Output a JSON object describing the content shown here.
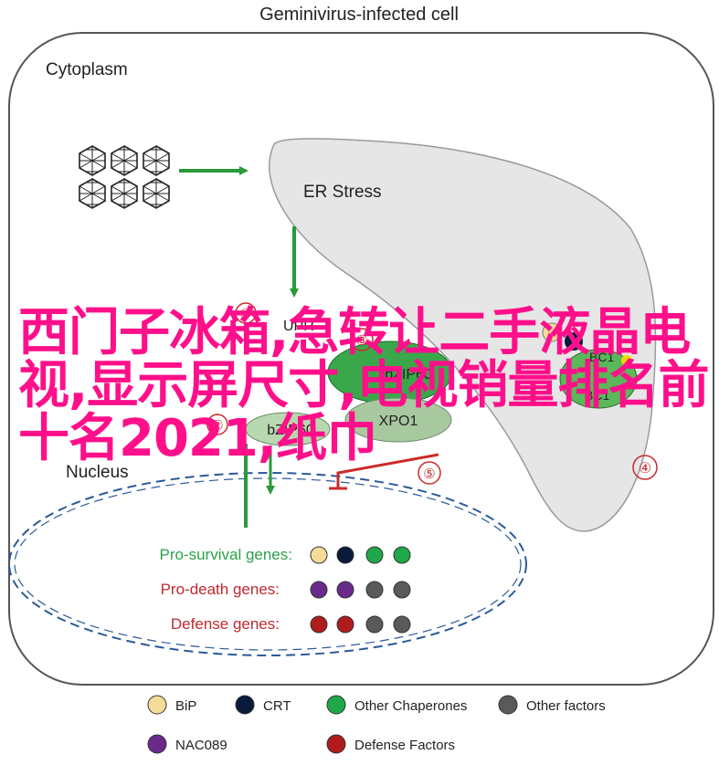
{
  "title": "Geminivirus-infected cell",
  "compartments": {
    "cytoplasm": "Cytoplasm",
    "nucleus": "Nucleus",
    "er": "ER Stress"
  },
  "proteins": {
    "bzip60_top": "bZIP60",
    "bzip60": "bZIP60",
    "upr": "UPR",
    "xpo1": "XPO1",
    "bc1": "BC1",
    "bc1_low": "BC1"
  },
  "steps": {
    "s1": "①",
    "s2": "②",
    "s3": "③",
    "s4": "④",
    "s5": "⑤"
  },
  "gene_groups": [
    {
      "label": "Pro-survival genes:",
      "color": "#2aa24a",
      "dots": [
        "#f5dc98",
        "#0a1a3a",
        "#1fa84a",
        "#1fa84a"
      ]
    },
    {
      "label": "Pro-death genes:",
      "color": "#c0282f",
      "dots": [
        "#6a2a8c",
        "#6a2a8c",
        "#5a5a5a",
        "#5a5a5a"
      ]
    },
    {
      "label": "Defense genes:",
      "color": "#c0282f",
      "dots": [
        "#b01c1c",
        "#b01c1c",
        "#5a5a5a",
        "#5a5a5a"
      ]
    }
  ],
  "legend": [
    {
      "label": "BiP",
      "color": "#f5dc98"
    },
    {
      "label": "CRT",
      "color": "#0a1a3a"
    },
    {
      "label": "Other Chaperones",
      "color": "#1fa84a"
    },
    {
      "label": "Other factors",
      "color": "#5a5a5a"
    },
    {
      "label": "NAC089",
      "color": "#6a2a8c"
    },
    {
      "label": "Defense  Factors",
      "color": "#b01c1c"
    }
  ],
  "overlay_text": "西门子冰箱,急转让二手液晶电视,显示屏尺寸,电视销量排名前十名2021,纸巾",
  "colors": {
    "arrow_green": "#2a9a3a",
    "inhibit_red": "#cc2a2a",
    "nucleus_dash": "#2a5a9a",
    "er_fill": "#e6e6e6",
    "overlay": "#ff0f8a"
  }
}
